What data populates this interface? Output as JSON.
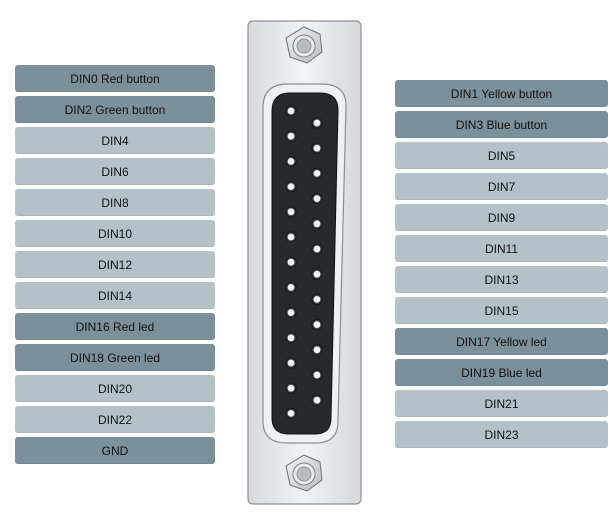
{
  "colors": {
    "used": "#7b909a",
    "free": "#b4c2c8",
    "body": "#262a2d",
    "shell": "#e8e9ec"
  },
  "left_pins": [
    {
      "label": "DIN0 Red button",
      "used": true
    },
    {
      "label": "DIN2 Green button",
      "used": true
    },
    {
      "label": "DIN4",
      "used": false
    },
    {
      "label": "DIN6",
      "used": false
    },
    {
      "label": "DIN8",
      "used": false
    },
    {
      "label": "DIN10",
      "used": false
    },
    {
      "label": "DIN12",
      "used": false
    },
    {
      "label": "DIN14",
      "used": false
    },
    {
      "label": "DIN16 Red led",
      "used": true
    },
    {
      "label": "DIN18 Green led",
      "used": true
    },
    {
      "label": "DIN20",
      "used": false
    },
    {
      "label": "DIN22",
      "used": false
    },
    {
      "label": "GND",
      "used": true
    }
  ],
  "right_pins": [
    {
      "label": "DIN1 Yellow button",
      "used": true
    },
    {
      "label": "DIN3 Blue button",
      "used": true
    },
    {
      "label": "DIN5",
      "used": false
    },
    {
      "label": "DIN7",
      "used": false
    },
    {
      "label": "DIN9",
      "used": false
    },
    {
      "label": "DIN11",
      "used": false
    },
    {
      "label": "DIN13",
      "used": false
    },
    {
      "label": "DIN15",
      "used": false
    },
    {
      "label": "DIN17 Yellow led",
      "used": true
    },
    {
      "label": "DIN19 Blue led",
      "used": true
    },
    {
      "label": "DIN21",
      "used": false
    },
    {
      "label": "DIN23",
      "used": false
    }
  ]
}
